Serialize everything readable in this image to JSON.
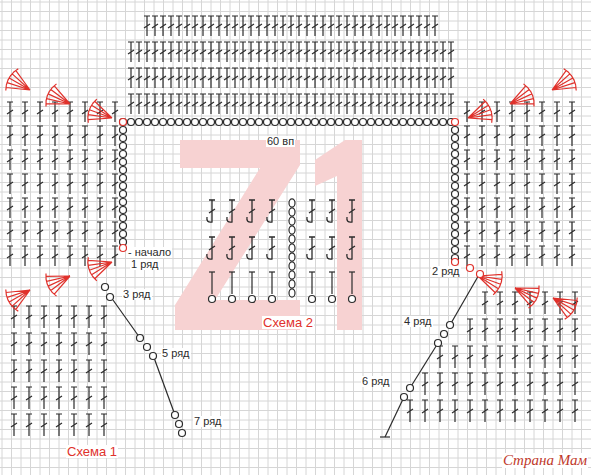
{
  "diagram": {
    "labels": [
      "60 вп",
      "- начало",
      "1 ряд",
      "2 ряд",
      "3 ряд",
      "4 ряд",
      "5 ряд",
      "6 ряд",
      "7 ряд",
      "Схема 1",
      "Схема 2",
      "Страна Мам"
    ]
  }
}
